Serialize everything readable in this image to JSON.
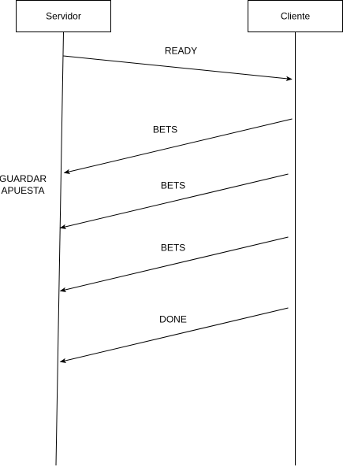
{
  "participants": {
    "server": {
      "label": "Servidor"
    },
    "client": {
      "label": "Cliente"
    }
  },
  "messages": [
    {
      "label": "READY",
      "from": "server",
      "to": "client"
    },
    {
      "label": "BETS",
      "from": "client",
      "to": "server"
    },
    {
      "label": "BETS",
      "from": "client",
      "to": "server"
    },
    {
      "label": "BETS",
      "from": "client",
      "to": "server"
    },
    {
      "label": "DONE",
      "from": "client",
      "to": "server"
    }
  ],
  "notes": {
    "server_note": {
      "lines": [
        "GUARDAR",
        "APUESTA"
      ]
    }
  }
}
